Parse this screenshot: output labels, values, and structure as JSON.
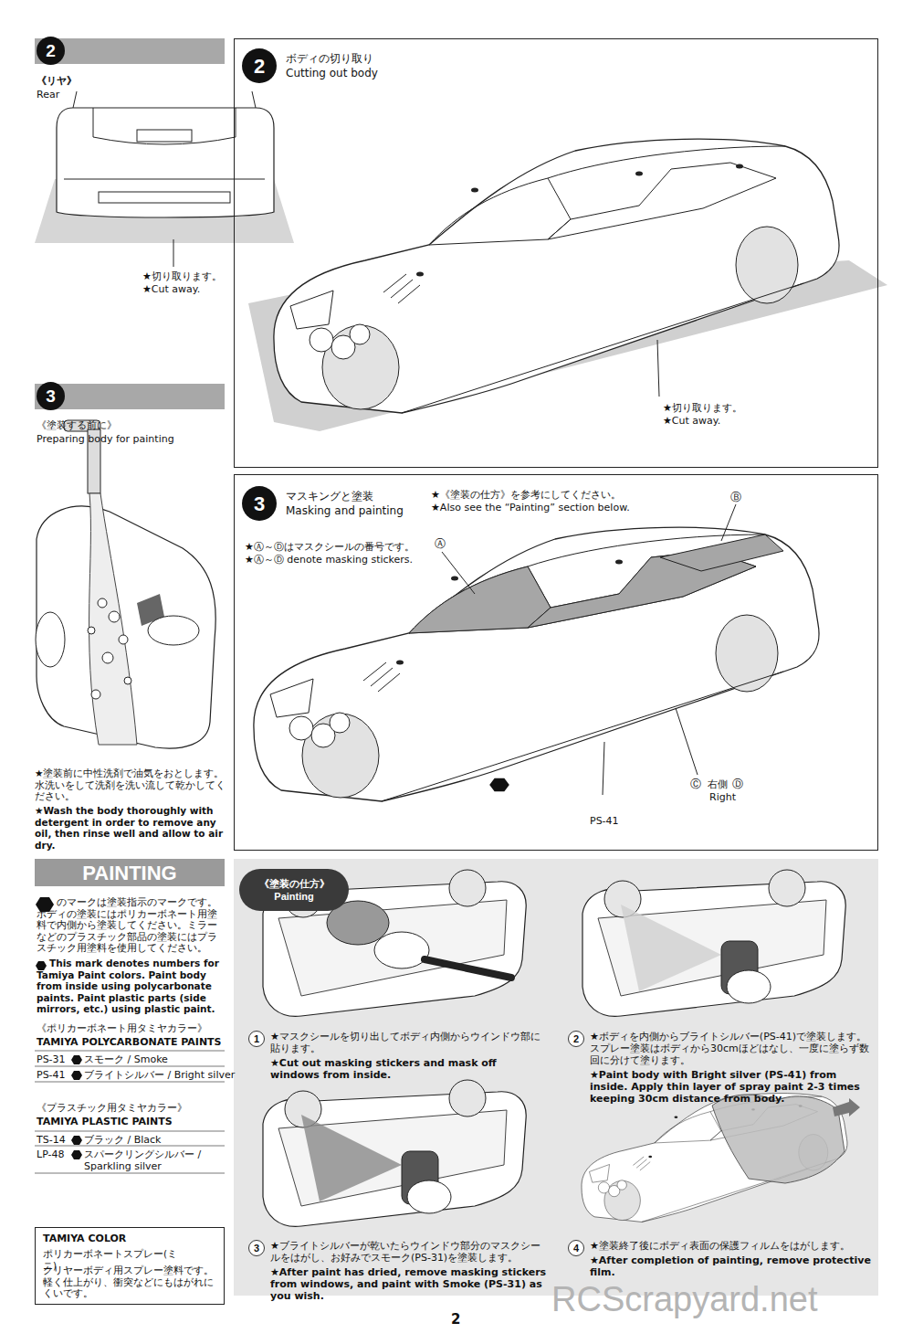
{
  "diagram": {
    "nodes": [
      {
        "text": [
          "2"
        ]
      },
      {
        "text": [
          "ボディの切り取り",
          "Cutting out body"
        ]
      },
      {
        "text": [
          "2"
        ],
        "in": 1
      },
      {
        "text": [
          "3"
        ]
      },
      {
        "text": [
          "マスキングと塗装",
          "Masking and painting"
        ]
      },
      {
        "text": [
          "3"
        ],
        "in": 4
      },
      {
        "text": [
          "PAINTING"
        ]
      },
      {
        "text": [
          "《塗装の仕方》",
          "Painting"
        ]
      },
      {
        "text": [
          "1"
        ]
      },
      {
        "text": [
          "2"
        ]
      },
      {
        "text": [
          "3"
        ]
      },
      {
        "text": [
          "4"
        ]
      },
      {
        "text": [
          "TAMIYA COLOR",
          "ポリカーボネートスプレー(ミニ)",
          "クリヤーボディ用スプレー塗料です。軽く仕上がり、衝突などにもはがれにくいです。"
        ]
      }
    ],
    "labels": [
      "《リヤ》",
      "Rear",
      "★切り取ります。",
      "★Cut away.",
      "★切り取ります。",
      "★Cut away.",
      "《塗装する前に》",
      "Preparing body for painting",
      "★塗装前に中性洗剤で油気をおとします。水洗いをして洗剤を洗い流して乾かしてください。",
      "★Wash the body thoroughly with detergent in order to remove any oil, then rinse well and allow to air dry.",
      "★《塗装の仕方》を参考にしてください。",
      "★Also see the “Painting” section below.",
      "★Ⓐ～Ⓓはマスクシールの番号です。",
      "★Ⓐ～Ⓓ denote masking stickers.",
      "Ⓐ",
      "Ⓑ",
      "Ⓒ",
      "右側",
      "Ⓓ",
      "Right",
      "PS-41",
      "のマークは塗装指示のマークです。ボディの塗装にはポリカーボネート用塗料で内側から塗装してください。ミラーなどのプラスチック部品の塗装にはプラスチック用塗料を使用してください。",
      "This mark denotes numbers for Tamiya Paint colors. Paint body from inside using polycarbonate paints. Paint plastic parts (side mirrors, etc.) using plastic paint.",
      "《ポリカーボネート用タミヤカラー》",
      "TAMIYA POLYCARBONATE PAINTS",
      "PS-31",
      "スモーク / Smoke",
      "PS-41",
      "ブライトシルバー / Bright silver",
      "《プラスチック用タミヤカラー》",
      "TAMIYA PLASTIC PAINTS",
      "TS-14",
      "ブラック / Black",
      "LP-48",
      "スパークリングシルバー / Sparkling silver",
      "★マスクシールを切り出してボディ内側からウインドウ部に貼ります。",
      "★Cut out masking stickers and mask off windows from inside.",
      "★ボディを内側からブライトシルバー(PS-41)で塗装します。スプレー塗装はボディから30cmほどはなし、一度に塗らず数回に分けて塗ります。",
      "★Paint body with Bright silver (PS-41) from inside. Apply thin layer of spray paint 2-3 times keeping 30cm distance from body.",
      "★ブライトシルバーが乾いたらウインドウ部分のマスクシールをはがし、お好みでスモーク(PS-31)を塗装します。",
      "★After paint has dried, remove masking stickers from windows, and paint with Smoke (PS-31) as you wish.",
      "★塗装終了後にボディ表面の保護フィルムをはがします。",
      "★After completion of painting, remove protective film.",
      "2",
      "RCScrapyard.net"
    ]
  }
}
